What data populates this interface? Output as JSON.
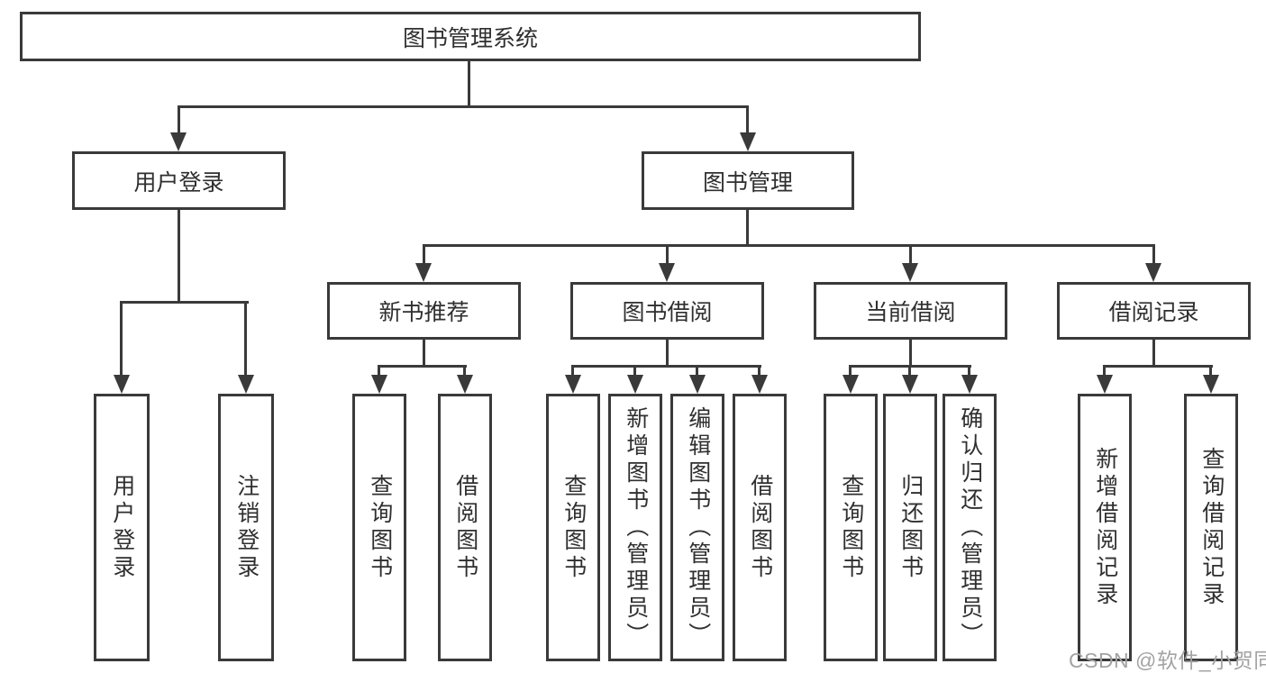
{
  "nodes": {
    "root": "图书管理系统",
    "user_login": "用户登录",
    "book_mgmt": "图书管理",
    "new_books": "新书推荐",
    "book_borrow": "图书借阅",
    "current_borrow": "当前借阅",
    "borrow_records": "借阅记录",
    "leaves": {
      "user": [
        "用户登录",
        "注销登录"
      ],
      "new_books": [
        "查询图书",
        "借阅图书"
      ],
      "book_borrow": [
        "查询图书",
        "新增图书（管理员）",
        "编辑图书（管理员）",
        "借阅图书"
      ],
      "current_borrow": [
        "查询图书",
        "归还图书",
        "确认归还（管理员）"
      ],
      "borrow_records": [
        "新增借阅记录",
        "查询借阅记录"
      ]
    }
  },
  "watermark": "CSDN @软件_小贺同学",
  "colors": {
    "line": "#3a3a3a",
    "text": "#2f2f2f",
    "watermark": "#a3a3a3"
  }
}
